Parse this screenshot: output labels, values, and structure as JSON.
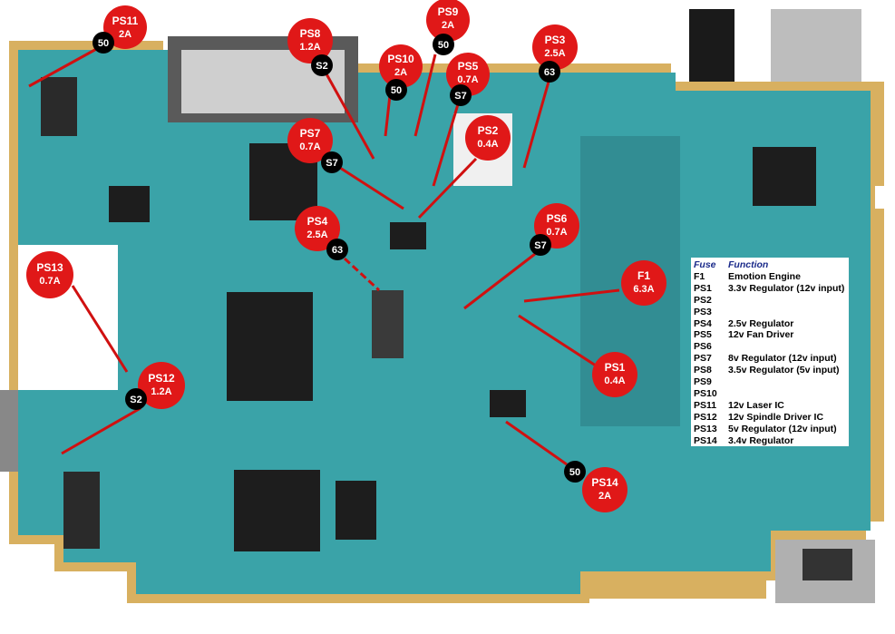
{
  "fuses": [
    {
      "id": "PS11",
      "rating": "2A",
      "code": "50"
    },
    {
      "id": "PS8",
      "rating": "1.2A",
      "code": "S2"
    },
    {
      "id": "PS9",
      "rating": "2A",
      "code": "50"
    },
    {
      "id": "PS10",
      "rating": "2A",
      "code": "50"
    },
    {
      "id": "PS5",
      "rating": "0.7A",
      "code": "S7"
    },
    {
      "id": "PS3",
      "rating": "2.5A",
      "code": "63"
    },
    {
      "id": "PS7",
      "rating": "0.7A",
      "code": "S7"
    },
    {
      "id": "PS2",
      "rating": "0.4A",
      "code": ""
    },
    {
      "id": "PS4",
      "rating": "2.5A",
      "code": "63"
    },
    {
      "id": "PS6",
      "rating": "0.7A",
      "code": "S7"
    },
    {
      "id": "F1",
      "rating": "6.3A",
      "code": ""
    },
    {
      "id": "PS13",
      "rating": "0.7A",
      "code": ""
    },
    {
      "id": "PS12",
      "rating": "1.2A",
      "code": "S2"
    },
    {
      "id": "PS1",
      "rating": "0.4A",
      "code": ""
    },
    {
      "id": "PS14",
      "rating": "2A",
      "code": "50"
    }
  ],
  "legend": {
    "header": {
      "fuse": "Fuse",
      "function": "Function"
    },
    "rows": [
      {
        "fuse": "F1",
        "function": "Emotion Engine"
      },
      {
        "fuse": "PS1",
        "function": "3.3v Regulator (12v input)"
      },
      {
        "fuse": "PS2",
        "function": ""
      },
      {
        "fuse": "PS3",
        "function": ""
      },
      {
        "fuse": "PS4",
        "function": "2.5v Regulator"
      },
      {
        "fuse": "PS5",
        "function": "12v Fan Driver"
      },
      {
        "fuse": "PS6",
        "function": ""
      },
      {
        "fuse": "PS7",
        "function": "8v Regulator (12v input)"
      },
      {
        "fuse": "PS8",
        "function": "3.5v Regulator (5v input)"
      },
      {
        "fuse": "PS9",
        "function": ""
      },
      {
        "fuse": "PS10",
        "function": ""
      },
      {
        "fuse": "PS11",
        "function": "12v Laser IC"
      },
      {
        "fuse": "PS12",
        "function": "12v Spindle Driver IC"
      },
      {
        "fuse": "PS13",
        "function": "5v Regulator (12v input)"
      },
      {
        "fuse": "PS14",
        "function": "3.4v Regulator"
      }
    ]
  },
  "colors": {
    "board": "#3aa3a8",
    "marker_red": "#e01818",
    "marker_black": "#000000",
    "arrow": "#d01010",
    "legend_header": "#1a2a8a"
  }
}
